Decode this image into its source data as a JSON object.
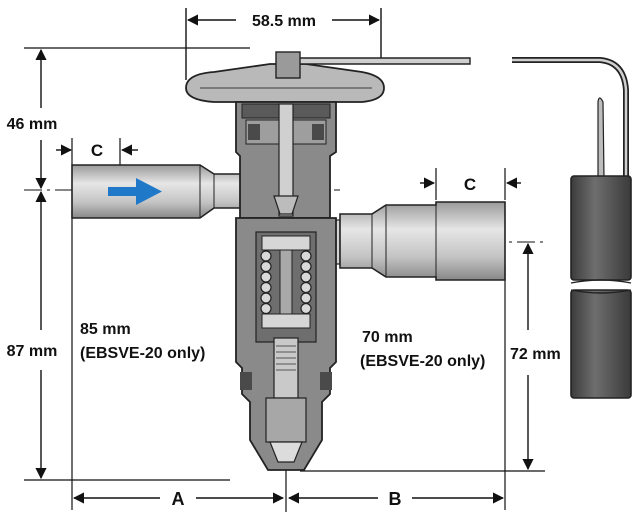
{
  "dimensions": {
    "top_width": "58.5 mm",
    "left_upper_height": "46 mm",
    "left_lower_height": "87 mm",
    "inner_left_height": "85 mm",
    "inner_left_note": "(EBSVE-20 only)",
    "inner_right_height": "70 mm",
    "inner_right_note": "(EBSVE-20 only)",
    "right_height": "72 mm",
    "inlet_length": "C",
    "outlet_length": "C",
    "bottom_left": "A",
    "bottom_right": "B"
  },
  "colors": {
    "body": "#8a8a8a",
    "body_light": "#c8c8c8",
    "body_dark": "#4a4a4a",
    "spring": "#d9d9d9",
    "flow_arrow": "#1f78c8",
    "line": "#111111"
  },
  "icons": {
    "flow": "flow-direction-arrow",
    "sensing_bulb": "sensing-bulb-icon"
  }
}
